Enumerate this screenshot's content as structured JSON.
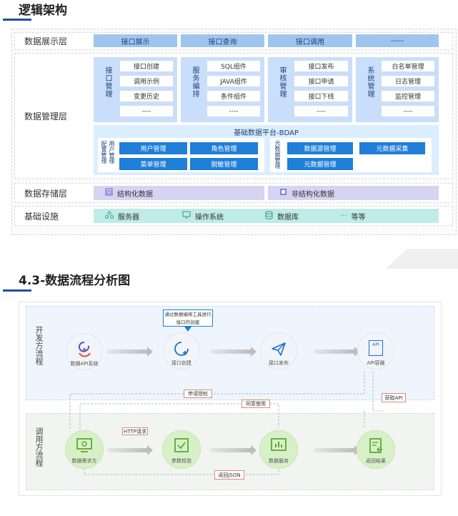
{
  "section1": {
    "title": "逻辑架构"
  },
  "display_layer": {
    "label": "数据展示层",
    "items": [
      "接口展示",
      "接口查询",
      "接口调用",
      "-----"
    ]
  },
  "management_layer": {
    "label": "数据管理层",
    "groups": [
      {
        "title": "接口管理",
        "items": [
          "接口创建",
          "调用示例",
          "变更历史",
          "----"
        ]
      },
      {
        "title": "服务编排",
        "items": [
          "SQL组件",
          "JAVA组件",
          "条件组件",
          "----"
        ]
      },
      {
        "title": "审核管理",
        "items": [
          "接口发布",
          "接口申请",
          "接口下线",
          "----"
        ]
      },
      {
        "title": "系统管理",
        "items": [
          "白名单管理",
          "日志管理",
          "监控管理",
          "----"
        ]
      }
    ],
    "bdap": {
      "title": "基础数据平台-BDAP",
      "left_label_a": "配置管理",
      "left_label_b": "用户管理",
      "left_buttons": [
        "用户管理",
        "角色管理",
        "菜单管理",
        "脱敏管理"
      ],
      "right_label": "元数据管理",
      "right_buttons": [
        "数据源管理",
        "元数据采集",
        "元数据管理"
      ]
    }
  },
  "storage_layer": {
    "label": "数据存储层",
    "structured": "结构化数据",
    "unstructured": "非结构化数据"
  },
  "infra_layer": {
    "label": "基础设施",
    "items": [
      "服务器",
      "操作系统",
      "数据库",
      "等等"
    ],
    "ellipsis": "···"
  },
  "section2": {
    "title": "4.3-数据流程分析图"
  },
  "flow": {
    "dev_lane_label": "开发方流程",
    "call_lane_label": "调用方流程",
    "callout": "通过数据编排工具进行接口的创建",
    "dev_nodes": [
      "数据API系统",
      "接口创建",
      "接口发布",
      "API容器"
    ],
    "call_nodes": [
      "数据需求方",
      "参数校验",
      "数据服务",
      "返回结果"
    ],
    "api_container_icon_text": "API",
    "tags": {
      "apply": "申请授权",
      "agree": "同意使用",
      "get_api": "获取API",
      "http": "HTTP请求",
      "json": "返回JSON"
    }
  },
  "colors": {
    "accent": "#1f4fa8",
    "bright_blue": "#1f7ed8",
    "light_blue": "#9fc5ef",
    "green": "#7bc44a",
    "tag_border": "#d98a7d"
  }
}
